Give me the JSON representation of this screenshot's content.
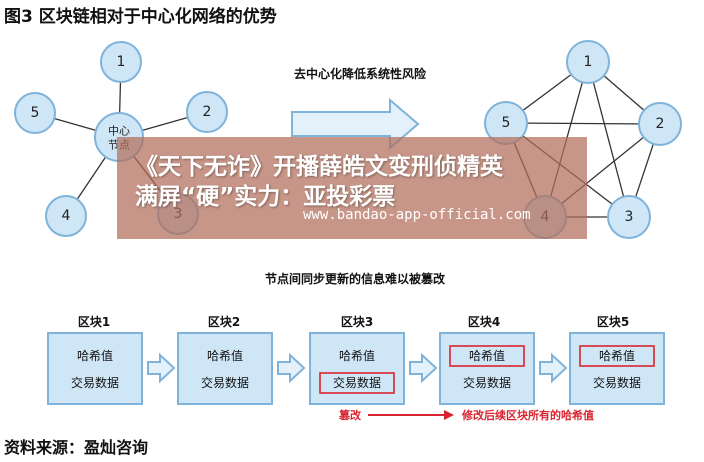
{
  "figure": {
    "title": "图3 区块链相对于中心化网络的优势",
    "source": "资料来源：盈灿咨询"
  },
  "centralized": {
    "hub_label_line1": "中心",
    "hub_label_line2": "节点",
    "nodes": [
      "1",
      "2",
      "3",
      "4",
      "5"
    ]
  },
  "arrow_caption": "去中心化降低系统性风险",
  "decentralized": {
    "nodes": [
      "1",
      "2",
      "3",
      "4",
      "5"
    ]
  },
  "sync_caption": "节点间同步更新的信息难以被篡改",
  "blocks": [
    {
      "title": "区块1",
      "hash": "哈希值",
      "data": "交易数据"
    },
    {
      "title": "区块2",
      "hash": "哈希值",
      "data": "交易数据"
    },
    {
      "title": "区块3",
      "hash": "哈希值",
      "data": "交易数据"
    },
    {
      "title": "区块4",
      "hash": "哈希值",
      "data": "交易数据"
    },
    {
      "title": "区块5",
      "hash": "哈希值",
      "data": "交易数据"
    }
  ],
  "tamper_label": "篡改",
  "modify_label": "修改后续区块所有的哈希值",
  "overlay": {
    "line1": "《天下无诈》开播薛皓文变刑侦精英",
    "line2": "满屏“硬”实力：亚投彩票",
    "url": "www.bandao-app-official.com"
  },
  "colors": {
    "node_fill": "#cfe6f6",
    "node_stroke": "#7fb3da",
    "highlight_red": "#d9242f"
  }
}
